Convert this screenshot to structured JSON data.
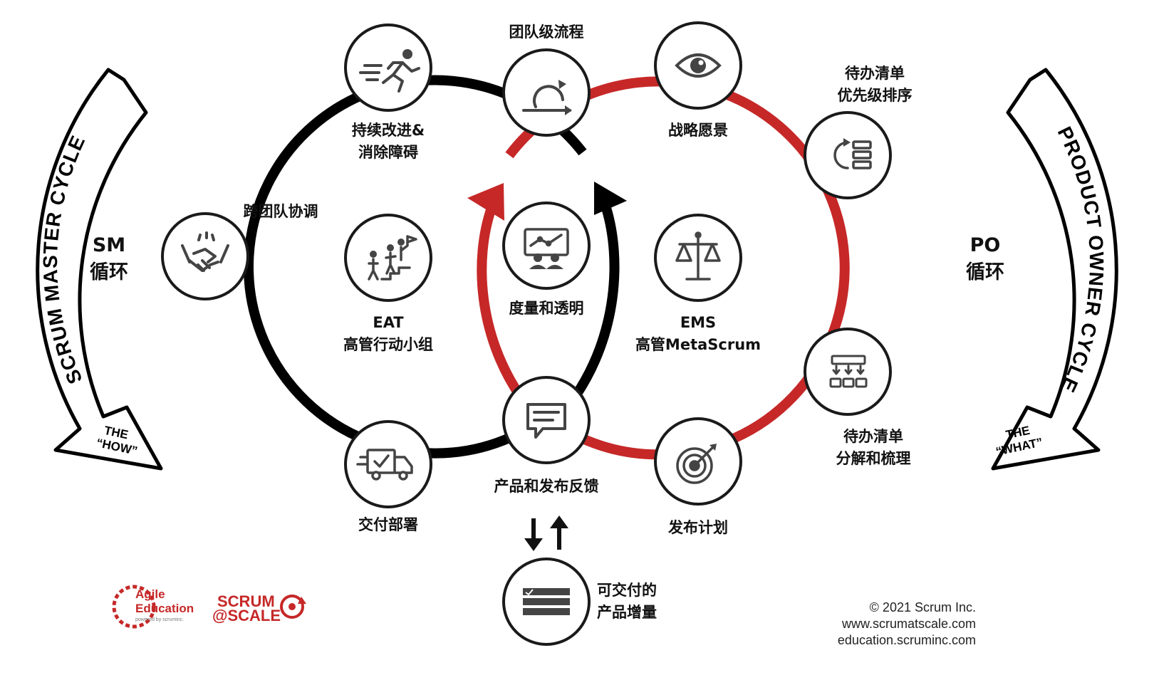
{
  "cycles": {
    "sm": {
      "arc_text": "SCRUM MASTER CYCLE",
      "label_line1": "SM",
      "label_line2": "循环",
      "tag_line1": "THE",
      "tag_line2": "“HOW”",
      "color": "#000000"
    },
    "po": {
      "arc_text": "PRODUCT OWNER CYCLE",
      "label_line1": "PO",
      "label_line2": "循环",
      "tag_line1": "THE",
      "tag_line2": "“WHAT”",
      "color": "#c62828"
    }
  },
  "nodes": {
    "team_process": {
      "label": "团队级流程",
      "icon": "scrum-cycle-icon"
    },
    "continuous_improvement": {
      "line1": "持续改进&",
      "line2": "消除障碍",
      "icon": "running-person-icon"
    },
    "cross_team": {
      "label": "跨团队协调",
      "icon": "handshake-icon"
    },
    "eat": {
      "line1": "EAT",
      "line2": "高管行动小组",
      "icon": "team-climbing-icon"
    },
    "metrics": {
      "label": "度量和透明",
      "icon": "presentation-chart-icon"
    },
    "delivery": {
      "label": "交付部署",
      "icon": "delivery-truck-icon"
    },
    "feedback": {
      "label": "产品和发布反馈",
      "icon": "chat-bubble-icon"
    },
    "vision": {
      "label": "战略愿景",
      "icon": "eye-icon"
    },
    "backlog_priority": {
      "line1": "待办清单",
      "line2": "优先级排序",
      "icon": "prioritize-list-icon"
    },
    "ems": {
      "line1": "EMS",
      "line2": "高管MetaScrum",
      "icon": "scales-icon"
    },
    "backlog_decomposition": {
      "line1": "待办清单",
      "line2": "分解和梳理",
      "icon": "decomposition-icon"
    },
    "release_planning": {
      "label": "发布计划",
      "icon": "target-icon"
    },
    "increment": {
      "line1": "可交付的",
      "line2": "产品增量",
      "icon": "stacked-layers-icon"
    }
  },
  "footer": {
    "agile_line1": "Agile",
    "agile_line2": "Education",
    "agile_sub": "powered by scruminc.",
    "scrum_line1": "SCRUM",
    "scrum_line2": "@SCALE",
    "copyright": "© 2021 Scrum Inc.",
    "site1": "www.scrumatscale.com",
    "site2": "education.scruminc.com"
  },
  "colors": {
    "black": "#000000",
    "red": "#c62828",
    "stroke": "#1a1a1a",
    "node_fill": "#ffffff"
  }
}
